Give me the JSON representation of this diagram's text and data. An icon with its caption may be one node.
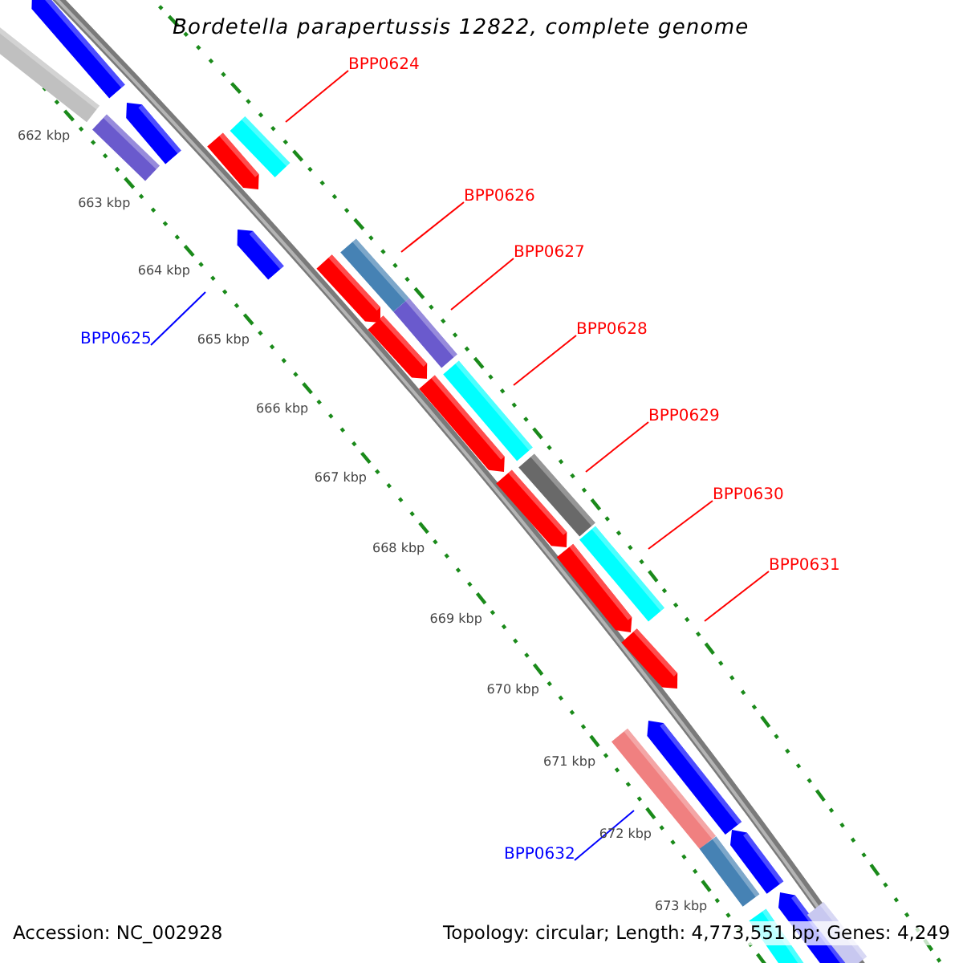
{
  "diagram": {
    "title": "Bordetella parapertussis 12822, complete genome",
    "nodes": [
      {
        "text": [
          "BPP0624"
        ]
      },
      {
        "text": [
          "BPP0626"
        ]
      },
      {
        "text": [
          "BPP0627"
        ]
      },
      {
        "text": [
          "BPP0628"
        ]
      },
      {
        "text": [
          "BPP0625"
        ]
      },
      {
        "text": [
          "BPP0629"
        ]
      },
      {
        "text": [
          "BPP0630"
        ]
      },
      {
        "text": [
          "BPP0631"
        ]
      },
      {
        "text": [
          "BPP0632"
        ]
      }
    ],
    "edges": [
      {
        "from": 0,
        "to": null,
        "arrow": "none"
      },
      {
        "from": 1,
        "to": null,
        "arrow": "none"
      },
      {
        "from": 2,
        "to": null,
        "arrow": "none"
      },
      {
        "from": 3,
        "to": null,
        "arrow": "none"
      },
      {
        "from": 4,
        "to": null,
        "arrow": "none",
        "color": "#0000ff"
      },
      {
        "from": 5,
        "to": null,
        "arrow": "none"
      },
      {
        "from": 6,
        "to": null,
        "arrow": "none"
      },
      {
        "from": 7,
        "to": null,
        "arrow": "none"
      },
      {
        "from": 8,
        "to": null,
        "arrow": "none",
        "color": "#0000ff"
      }
    ],
    "labels": [
      "662 kbp",
      "663 kbp",
      "664 kbp",
      "665 kbp",
      "666 kbp",
      "667 kbp",
      "668 kbp",
      "669 kbp",
      "670 kbp",
      "671 kbp",
      "672 kbp",
      "673 kbp",
      "Accession: NC_002928",
      "Topology: circular; Length: 4,773,551 bp; Genes: 4,249"
    ]
  }
}
